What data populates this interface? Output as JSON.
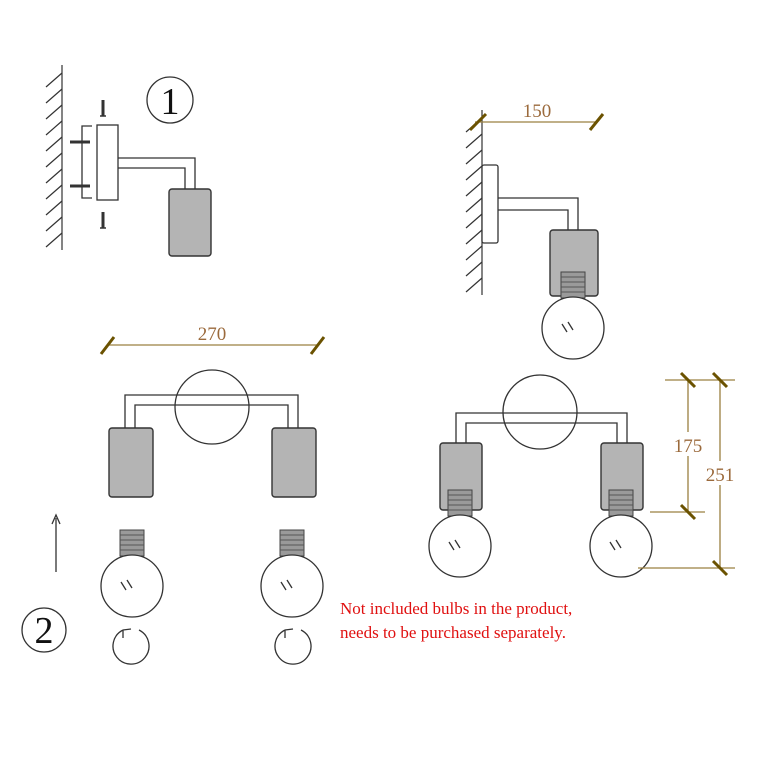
{
  "steps": {
    "step1": "1",
    "step2": "2"
  },
  "dimensions": {
    "single_width": "150",
    "double_width": "270",
    "inner_height": "175",
    "total_height": "251"
  },
  "note": {
    "line1": "Not included bulbs in the product,",
    "line2": "needs to be purchased separately."
  },
  "colors": {
    "dimension": "#9a8040",
    "note": "#e01010",
    "holder": "#b4b4b4"
  }
}
